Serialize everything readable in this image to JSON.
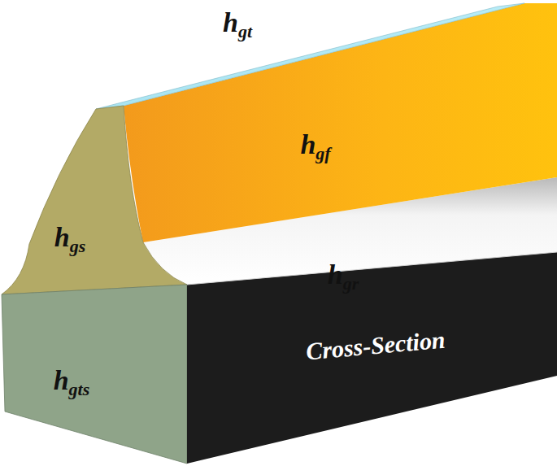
{
  "diagram": {
    "labels": [
      "hgt",
      "hgf",
      "hgs",
      "hgr",
      "hgts",
      "Cross-Section"
    ]
  }
}
